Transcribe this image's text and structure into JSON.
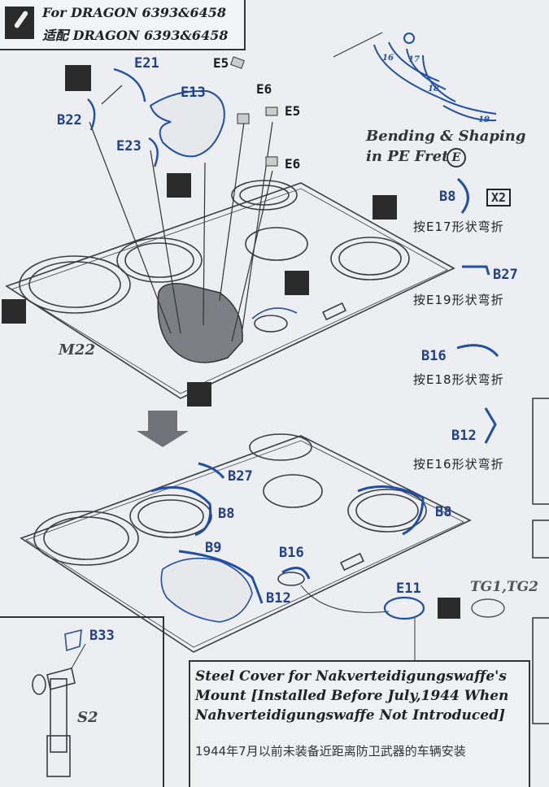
{
  "header": {
    "line1": "For DRAGON 6393&6458",
    "line2": "适配 DRAGON 6393&6458"
  },
  "step1_labels": {
    "e21": "E21",
    "b22": "B22",
    "e13": "E13",
    "e23": "E23",
    "e5a": "E5",
    "e6a": "E6",
    "e5b": "E5",
    "e6b": "E6",
    "m22": "M22"
  },
  "fret": {
    "title_line1": "Bending & Shaping",
    "title_line2": "in PE Fret",
    "fret_letter": "E",
    "parts": [
      "16",
      "17",
      "18",
      "19"
    ]
  },
  "bends": [
    {
      "part": "B8",
      "text": "按E17形状弯折",
      "qty": "X2"
    },
    {
      "part": "B27",
      "text": "按E19形状弯折"
    },
    {
      "part": "B16",
      "text": "按E18形状弯折"
    },
    {
      "part": "B12",
      "text": "按E16形状弯折"
    }
  ],
  "step2_labels": {
    "b27": "B27",
    "b8a": "B8",
    "b8b": "B8",
    "b9": "B9",
    "b16": "B16",
    "b12": "B12",
    "e11": "E11",
    "tg": "TG1,TG2"
  },
  "s2": {
    "b33": "B33",
    "s2": "S2"
  },
  "note": {
    "en": "Steel Cover for Nakverteidigungswaffe's Mount [Installed Before July,1944 When Nahverteidigungswaffe Not Introduced]",
    "cn": "1944年7月以前未装备近距离防卫武器的车辆安装"
  },
  "colors": {
    "accent": "#1f4fa8",
    "ink": "#2a2d33",
    "paper": "#eceef1"
  }
}
